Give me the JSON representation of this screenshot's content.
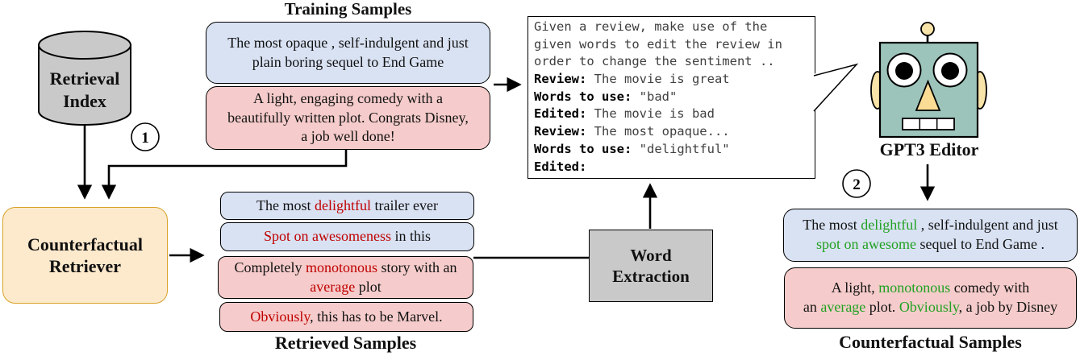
{
  "colors": {
    "blue_box": "#d9e2f3",
    "pink_box": "#f5cccb",
    "retriever_fill": "#fde9cc",
    "retriever_border": "#d8a32a",
    "node_gray": "#c9c9c9",
    "red_word": "#c00000",
    "green_word": "#21a121",
    "robot_head": "#9cc4ba",
    "robot_trim": "#f8e3a8",
    "robot_nose": "#fbdc94",
    "prompt_text": "#3f3f3f"
  },
  "titles": {
    "training": "Training Samples",
    "retrieved": "Retrieved Samples",
    "counterfactual": "Counterfactual Samples"
  },
  "nodes": {
    "retrieval_index": "Retrieval Index",
    "counterfactual_retriever": "Counterfactual Retriever",
    "word_extraction": "Word Extraction",
    "gpt3_editor": "GPT3 Editor"
  },
  "badges": {
    "step1": "1",
    "step2": "2"
  },
  "training_samples": [
    {
      "tone": "blue",
      "segments": [
        {
          "t": "The most opaque , self-indulgent and just"
        },
        {
          "br": true
        },
        {
          "t": "plain boring sequel to End Game"
        }
      ]
    },
    {
      "tone": "pink",
      "segments": [
        {
          "t": "A light, engaging comedy with a"
        },
        {
          "br": true
        },
        {
          "t": "beautifully written  plot. Congrats Disney,"
        },
        {
          "br": true
        },
        {
          "t": "a job well done!"
        }
      ]
    }
  ],
  "retrieved_samples": [
    {
      "tone": "blue",
      "segments": [
        {
          "t": "The most "
        },
        {
          "t": "delightful",
          "c": "red_word"
        },
        {
          "t": " trailer ever"
        }
      ]
    },
    {
      "tone": "blue",
      "segments": [
        {
          "t": "Spot on awesomeness",
          "c": "red_word"
        },
        {
          "t": " in this"
        }
      ]
    },
    {
      "tone": "pink",
      "segments": [
        {
          "t": "Completely "
        },
        {
          "t": "monotonous",
          "c": "red_word"
        },
        {
          "t": " story with an"
        },
        {
          "br": true
        },
        {
          "t": "average",
          "c": "red_word"
        },
        {
          "t": " plot"
        }
      ]
    },
    {
      "tone": "pink",
      "segments": [
        {
          "t": "Obviously",
          "c": "red_word"
        },
        {
          "t": ", this has to be Marvel."
        }
      ]
    }
  ],
  "counterfactual_samples": [
    {
      "tone": "blue",
      "segments": [
        {
          "t": "The most "
        },
        {
          "t": "delightful",
          "c": "green_word"
        },
        {
          "t": " , self-indulgent and just"
        },
        {
          "br": true
        },
        {
          "t": "spot on awesome",
          "c": "green_word"
        },
        {
          "t": " sequel to End Game ."
        }
      ]
    },
    {
      "tone": "pink",
      "segments": [
        {
          "t": "A light, "
        },
        {
          "t": "monotonous",
          "c": "green_word"
        },
        {
          "t": " comedy with"
        },
        {
          "br": true
        },
        {
          "t": "an "
        },
        {
          "t": "average",
          "c": "green_word"
        },
        {
          "t": " plot. "
        },
        {
          "t": "Obviously",
          "c": "green_word"
        },
        {
          "t": ", a job by Disney"
        }
      ]
    }
  ],
  "prompt": {
    "lines": [
      [
        {
          "t": "Given a review, make use of the"
        }
      ],
      [
        {
          "t": "given words to edit the review in"
        }
      ],
      [
        {
          "t": "order to change the sentiment .."
        }
      ],
      [
        {
          "t": "Review:",
          "b": true
        },
        {
          "t": " The movie is great"
        }
      ],
      [
        {
          "t": "Words to use:",
          "b": true
        },
        {
          "t": " \"bad\""
        }
      ],
      [
        {
          "t": "Edited:",
          "b": true
        },
        {
          "t": " The movie is bad"
        }
      ],
      [
        {
          "t": "Review:",
          "b": true
        },
        {
          "t": " The most opaque..."
        }
      ],
      [
        {
          "t": "Words to use:",
          "b": true
        },
        {
          "t": " \"delightful\""
        }
      ],
      [
        {
          "t": "Edited:",
          "b": true
        }
      ]
    ]
  }
}
